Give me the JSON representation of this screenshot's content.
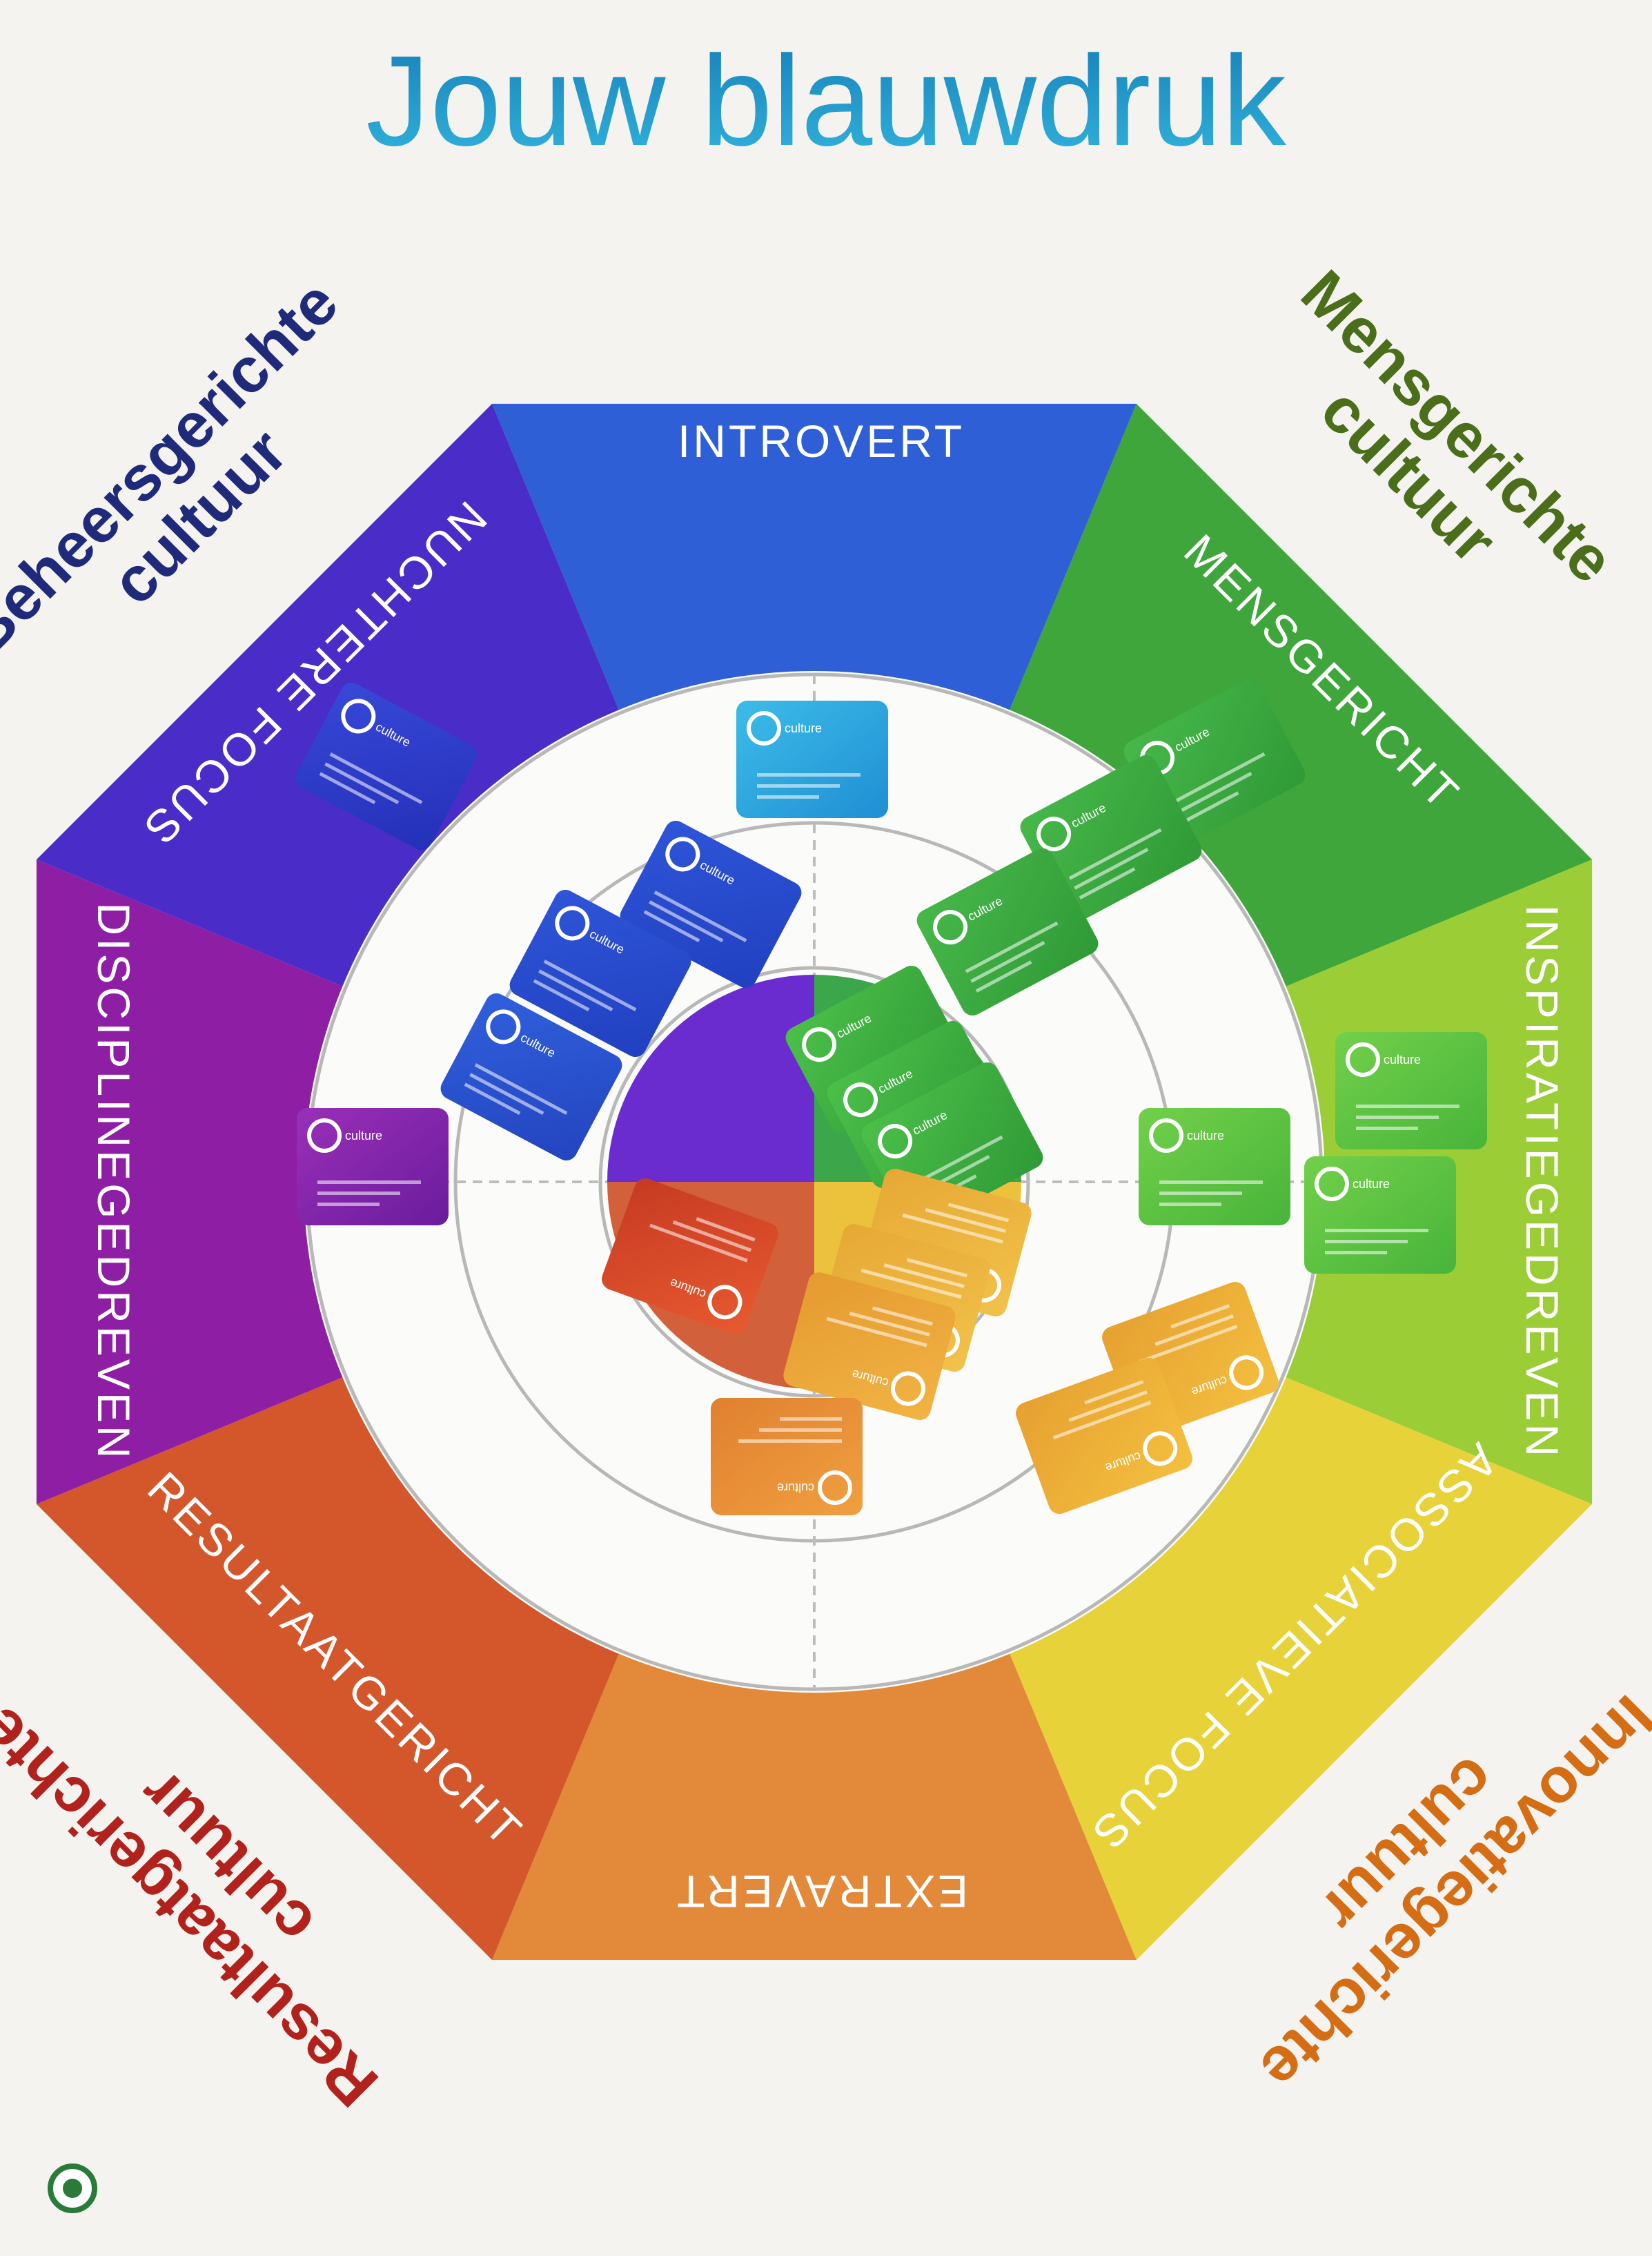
{
  "title": "Jouw blauwdruk",
  "colors": {
    "background": "#f4f3ef",
    "title": "#1c9ac8",
    "introvert": "#2f5fd6",
    "mensgericht": "#3ea63a",
    "inspiratiegedreven": "#9acd36",
    "associatieve": "#e8d23a",
    "extravert": "#e2893a",
    "resultaatgericht": "#d4572c",
    "disciplinegedreven": "#8e1fa4",
    "nuchtere": "#4a2cc8",
    "beheers_text": "#1f2a7a",
    "mens_text": "#4a6e1a",
    "resultaat_text": "#b1221c",
    "innovatie_text": "#d46d14"
  },
  "segments": {
    "introvert": "INTROVERT",
    "mensgericht": "MENSGERICHT",
    "inspiratiegedreven": "INSPIRATIEGEDREVEN",
    "associatieve_focus": "ASSOCIATIEVE FOCUS",
    "extravert": "EXTRAVERT",
    "resultaatgericht": "RESULTAATGERICHT",
    "disciplinegedreven": "DISCIPLINEGEDREVEN",
    "nuchtere_focus": "NUCHTERE FOCUS"
  },
  "cultures": {
    "beheers": [
      "Beheersgerichte",
      "cultuur"
    ],
    "mens": [
      "Mensgerichte",
      "cultuur"
    ],
    "resultaat": [
      "Resultaatgerichte",
      "cultuur"
    ],
    "innovatie": [
      "Innovatiegerichte",
      "cultuur"
    ]
  },
  "card_brand": "culture"
}
